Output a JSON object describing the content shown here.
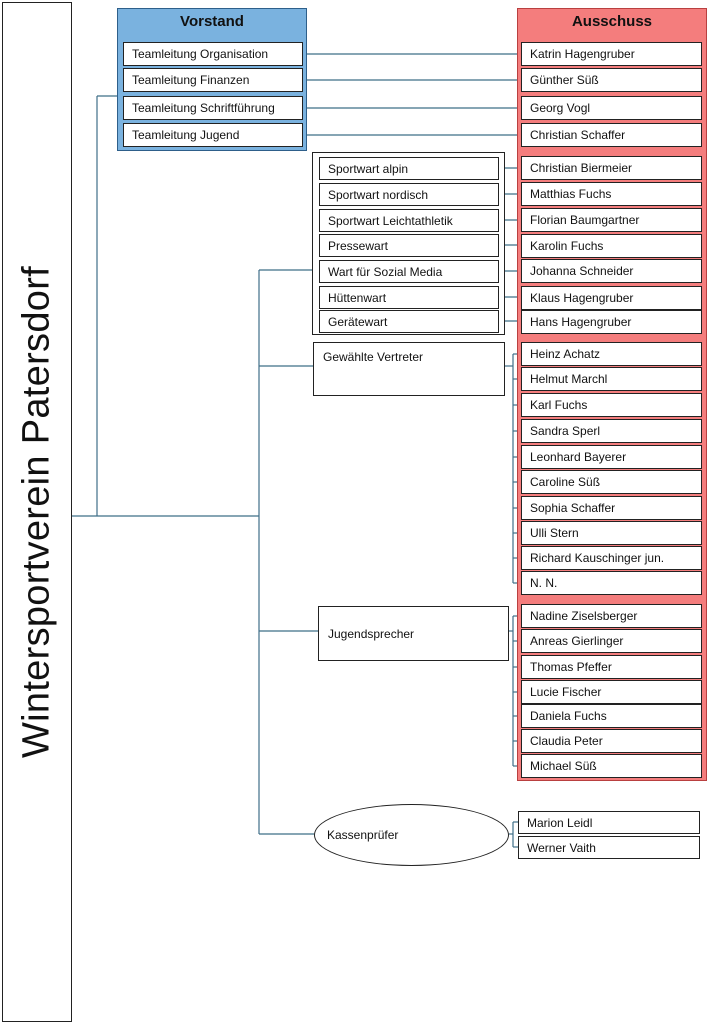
{
  "club_title": "Wintersportverein Patersdorf",
  "vorstand": {
    "title": "Vorstand",
    "roles": [
      "Teamleitung Organisation",
      "Teamleitung Finanzen",
      "Teamleitung Schriftführung",
      "Teamleitung Jugend"
    ]
  },
  "ausschuss": {
    "title": "Ausschuss",
    "vorstand_names": [
      "Katrin Hagengruber",
      "Günther Süß",
      "Georg Vogl",
      "Christian Schaffer"
    ],
    "wart_names": [
      "Christian Biermeier",
      "Matthias Fuchs",
      "Florian Baumgartner",
      "Karolin Fuchs",
      "Johanna Schneider",
      "Klaus Hagengruber",
      "Hans Hagengruber"
    ],
    "vertreter_names": [
      "Heinz Achatz",
      "Helmut Marchl",
      "Karl Fuchs",
      "Sandra Sperl",
      "Leonhard Bayerer",
      "Caroline Süß",
      "Sophia Schaffer",
      "Ulli Stern",
      "Richard Kauschinger jun.",
      "N. N."
    ],
    "jugend_names": [
      "Nadine Ziselsberger",
      "Anreas Gierlinger",
      "Thomas Pfeffer",
      "Lucie Fischer",
      "Daniela Fuchs",
      "Claudia Peter",
      "Michael  Süß"
    ]
  },
  "warte": [
    "Sportwart alpin",
    "Sportwart nordisch",
    "Sportwart Leichtathletik",
    "Pressewart",
    "Wart für Sozial Media",
    "Hüttenwart",
    "Gerätewart"
  ],
  "gewaehlte_vertreter": "Gewählte Vertreter",
  "jugendsprecher": "Jugendsprecher",
  "kassenpruefer": {
    "label": "Kassenprüfer",
    "names": [
      "Marion Leidl",
      "Werner Vaith"
    ]
  },
  "colors": {
    "vorstand": "#7ab2df",
    "ausschuss": "#f47d7d",
    "connector": "#3f6f88"
  }
}
